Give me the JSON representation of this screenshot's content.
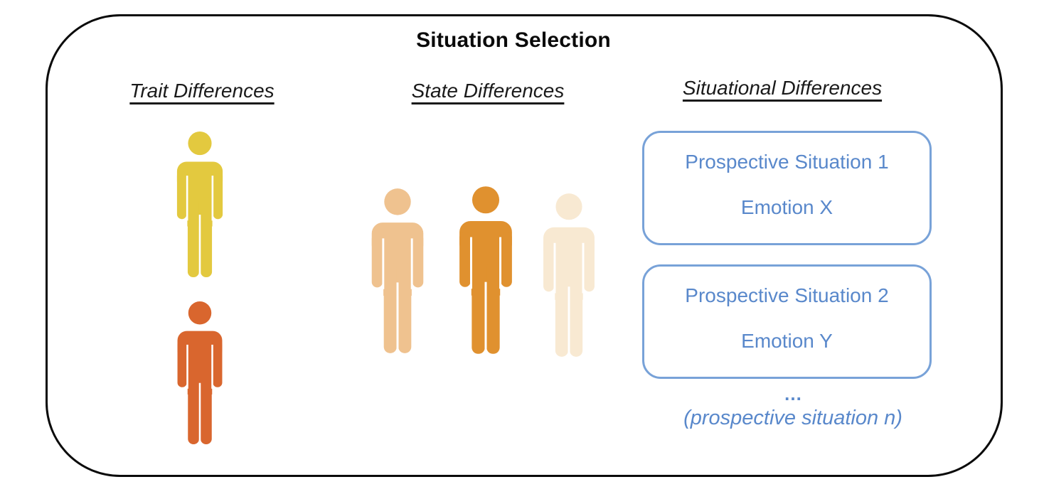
{
  "title": "Situation Selection",
  "columns": {
    "trait": {
      "header": "Trait Differences",
      "figures": [
        {
          "name": "person-icon-yellow",
          "color": "#E3C93F"
        },
        {
          "name": "person-icon-red-orange",
          "color": "#D9662E"
        }
      ]
    },
    "state": {
      "header": "State Differences",
      "figures": [
        {
          "name": "person-icon-tan",
          "color": "#EFC28F"
        },
        {
          "name": "person-icon-orange",
          "color": "#E0912F"
        },
        {
          "name": "person-icon-cream",
          "color": "#F8E9D2"
        }
      ]
    },
    "situational": {
      "header": "Situational Differences",
      "boxes": [
        {
          "line1": "Prospective Situation 1",
          "line2": "Emotion X"
        },
        {
          "line1": "Prospective Situation 2",
          "line2": "Emotion Y"
        }
      ],
      "ellipsis": "…",
      "footnote": "(prospective situation n)"
    }
  },
  "colors": {
    "outline": "#0a0a0a",
    "box_border": "#78A2D8",
    "blue_text": "#5988CB",
    "header_text": "#1a1a1a"
  }
}
